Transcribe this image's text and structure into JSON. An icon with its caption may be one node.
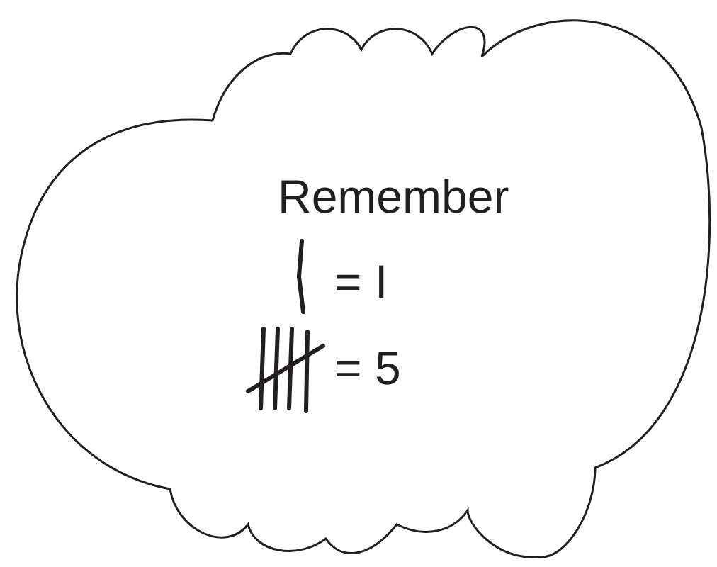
{
  "diagram": {
    "nodes": [
      {
        "text": [
          "Remember",
          "= I",
          "= 5"
        ]
      }
    ]
  }
}
